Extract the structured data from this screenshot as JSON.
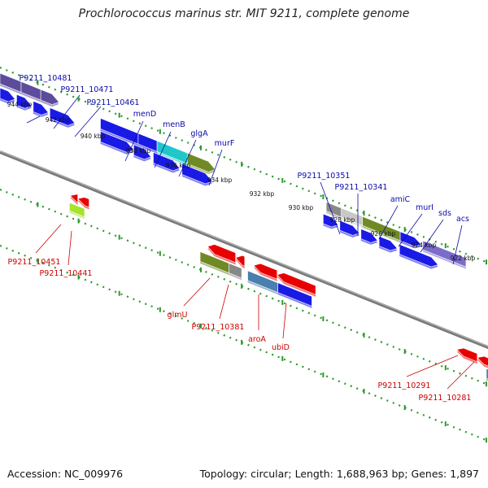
{
  "title": "Prochlorococcus marinus str. MIT 9211, complete genome",
  "footer": {
    "accession": "Accession: NC_009976",
    "summary": "Topology: circular; Length: 1,688,963 bp; Genes: 1,897"
  },
  "colors": {
    "forward_label": "#0a0aaa",
    "reverse_label": "#cc0000",
    "blue": "#1a1ae6",
    "red": "#e80000",
    "purple": "#5b4c9c",
    "olive": "#6f8a25",
    "cyan": "#1fc8c8",
    "steel": "#4a7fae",
    "gray": "#888888",
    "lightgray": "#c8c8c8",
    "lime": "#a6e22e",
    "lavender": "#7a6cc8",
    "backbone": "#7a7a7a",
    "dots": "#2a9a2a"
  },
  "ticks": [
    {
      "label": "944 kbp"
    },
    {
      "label": "942 kbp"
    },
    {
      "label": "940 kbp"
    },
    {
      "label": "938 kbp"
    },
    {
      "label": "936 kbp"
    },
    {
      "label": "934 kbp"
    },
    {
      "label": "932 kbp"
    },
    {
      "label": "930 kbp"
    },
    {
      "label": "928 kbp"
    },
    {
      "label": "926 kbp"
    },
    {
      "label": "924 kbp"
    },
    {
      "label": "922 kbp"
    }
  ],
  "forward_labels": [
    {
      "text": "P9211_10481"
    },
    {
      "text": "P9211_10471"
    },
    {
      "text": "P9211_10461"
    },
    {
      "text": "menD"
    },
    {
      "text": "menB"
    },
    {
      "text": "glgA"
    },
    {
      "text": "murF"
    },
    {
      "text": "P9211_10351"
    },
    {
      "text": "P9211_10341"
    },
    {
      "text": "amiC"
    },
    {
      "text": "murI"
    },
    {
      "text": "sds"
    },
    {
      "text": "acs"
    }
  ],
  "reverse_labels": [
    {
      "text": "P9211_10451"
    },
    {
      "text": "P9211_10441"
    },
    {
      "text": "glmU"
    },
    {
      "text": "P9211_10381"
    },
    {
      "text": "aroA"
    },
    {
      "text": "ubiD"
    },
    {
      "text": "P9211_10291"
    },
    {
      "text": "P9211_10281"
    }
  ]
}
